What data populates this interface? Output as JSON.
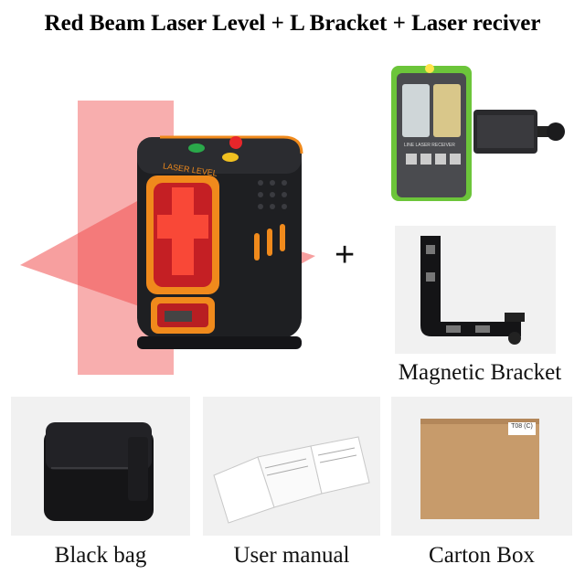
{
  "title": "Red Beam Laser Level + L Bracket + Laser reciver",
  "plus_sign": "+",
  "laser_level": {
    "label_text": "LASER LEVEL"
  },
  "receiver": {
    "label_text": "LINE LASER RECEIVER"
  },
  "captions": {
    "magnetic_bracket": "Magnetic Bracket",
    "black_bag": "Black bag",
    "user_manual": "User manual",
    "carton_box": "Carton Box"
  },
  "carton_label": "T08 (C)",
  "colors": {
    "laser_red": "#e8262a",
    "accent_orange": "#f08a1c",
    "receiver_green": "#6cc53a"
  }
}
